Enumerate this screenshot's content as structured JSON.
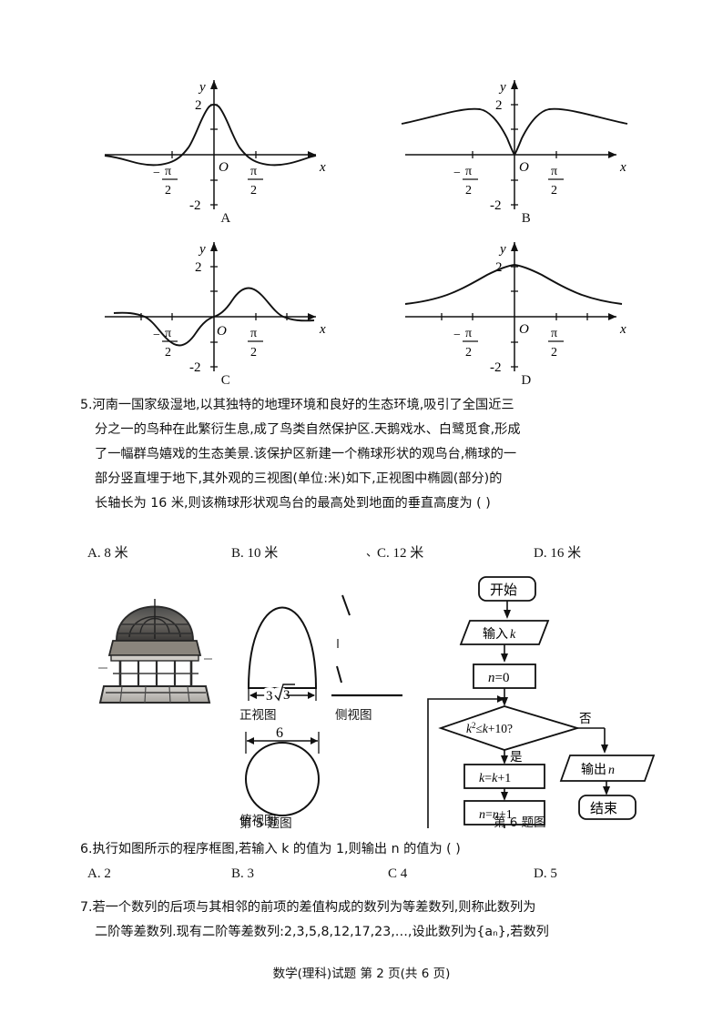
{
  "document": {
    "footer": "数学(理科)试题  第 2 页(共 6 页)"
  },
  "graph_options": {
    "axis": {
      "x_label": "x",
      "y_label": "y",
      "origin_label": "O",
      "y_top_tick": "2",
      "y_bottom_tick": "-2",
      "x_left_tick_num": "π",
      "x_left_tick_den": "2",
      "x_left_sign": "−",
      "x_right_tick_num": "π",
      "x_right_tick_den": "2"
    },
    "items": [
      {
        "label": "A",
        "description": "even bell-shaped curve peaking at y=2 at x=0, dipping slightly negative near ±π/2 then flattening to 0"
      },
      {
        "label": "B",
        "description": "even curve with cusp at origin rising to about y=1.3 near ±π/3 then slowly decaying, always non-negative"
      },
      {
        "label": "C",
        "description": "odd S-shaped curve, negative hump left of origin, positive hump of about y=1.1 right of origin"
      },
      {
        "label": "D",
        "description": "even peaked curve with maximum y=2 at x=0 decaying smoothly toward 0 on both sides"
      }
    ]
  },
  "question5": {
    "number": "5.",
    "lines": [
      "河南一国家级湿地,以其独特的地理环境和良好的生态环境,吸引了全国近三",
      "分之一的鸟种在此繁衍生息,成了鸟类自然保护区.天鹅戏水、白鹭觅食,形成",
      "了一幅群鸟嬉戏的生态美景.该保护区新建一个椭球形状的观鸟台,椭球的一",
      "部分竖直埋于地下,其外观的三视图(单位:米)如下,正视图中椭圆(部分)的",
      "长轴长为 16 米,则该椭球形状观鸟台的最高处到地面的垂直高度为   (    )"
    ],
    "options": [
      "A. 8 米",
      "B. 10 米",
      "C. 12 米",
      "D. 16 米"
    ],
    "stray_mark": "、"
  },
  "figure5": {
    "caption": "第 5 题图",
    "front_view": {
      "label": "正视图",
      "dimension": "3",
      "dimension_radical": "3"
    },
    "side_view": {
      "label": "侧视图"
    },
    "top_view": {
      "label": "俯视图",
      "dimension": "6"
    },
    "photo_alt": "观鸟台照片"
  },
  "figure6": {
    "caption": "第 6 题图",
    "nodes": {
      "start": "开始",
      "input": "输入k",
      "init": "n=0",
      "condition": "k²≤k+10?",
      "yes": "是",
      "no": "否",
      "incr_k": "k=k+1",
      "incr_n": "n=n+1",
      "output": "输出n",
      "end": "结束"
    }
  },
  "question6": {
    "number": "6.",
    "text": "执行如图所示的程序框图,若输入 k 的值为 1,则输出 n 的值为       (        )",
    "options": [
      "A. 2",
      "B. 3",
      "C 4",
      "D. 5"
    ]
  },
  "question7": {
    "number": "7.",
    "lines": [
      "若一个数列的后项与其相邻的前项的差值构成的数列为等差数列,则称此数列为",
      "二阶等差数列.现有二阶等差数列:2,3,5,8,12,17,23,…,设此数列为{aₙ},若数列"
    ],
    "sequence": [
      2,
      3,
      5,
      8,
      12,
      17,
      23
    ]
  }
}
